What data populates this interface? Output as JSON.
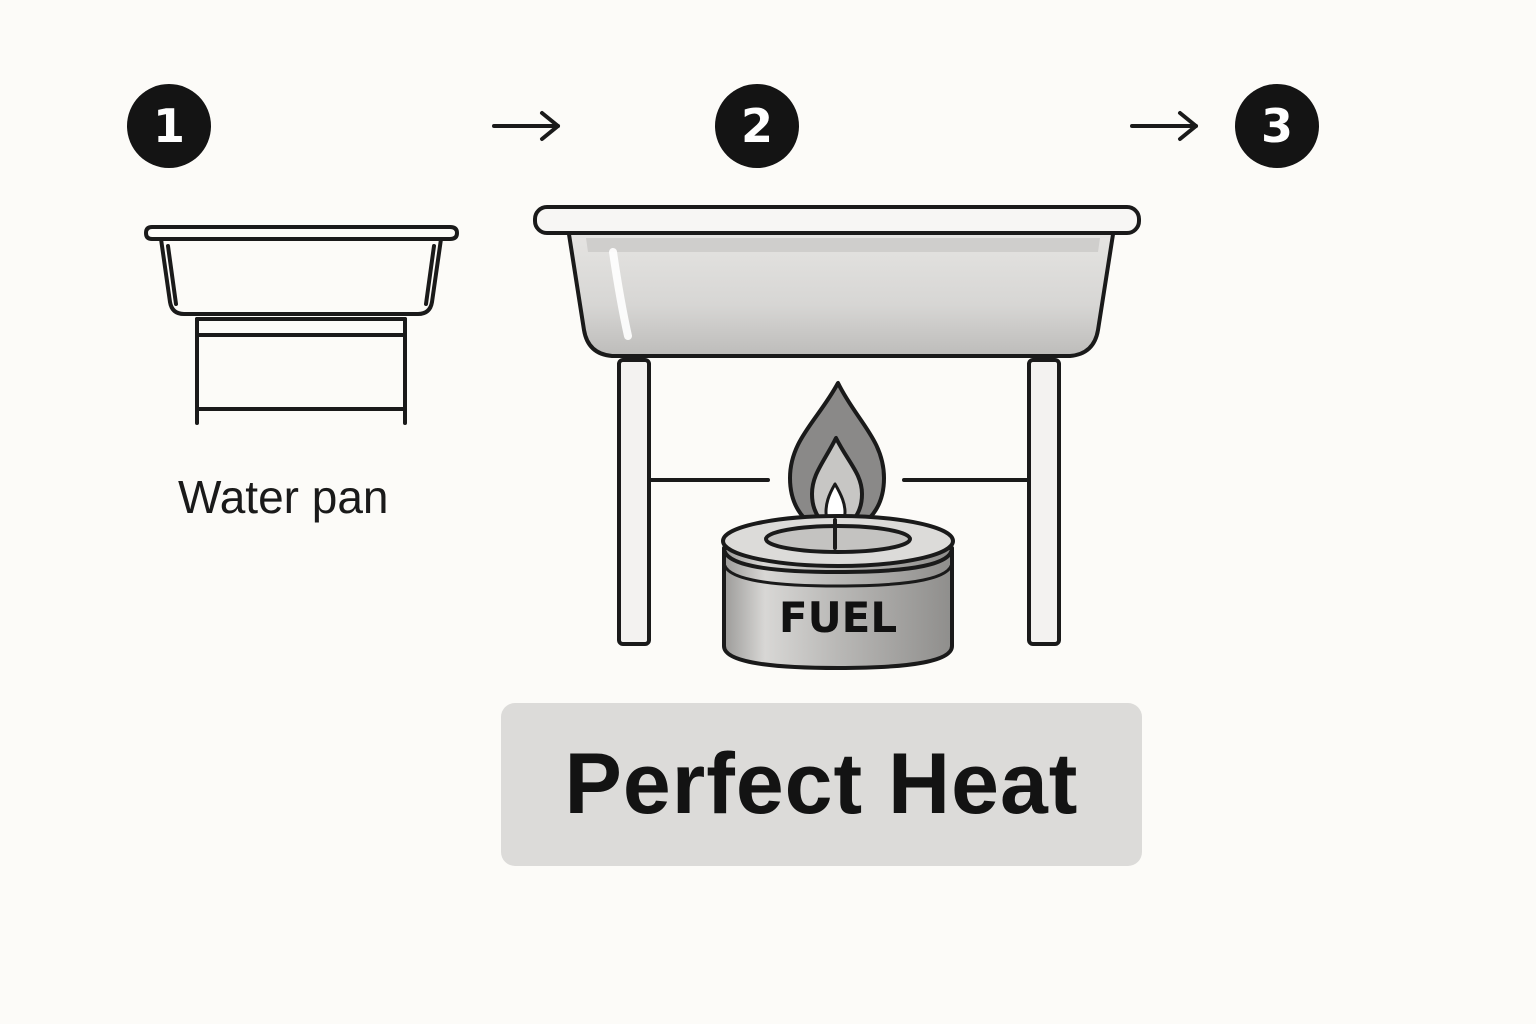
{
  "steps": [
    {
      "number": "1"
    },
    {
      "number": "2"
    },
    {
      "number": "3"
    }
  ],
  "water_pan": {
    "caption": "Water pan"
  },
  "fuel_can": {
    "label": "FUEL"
  },
  "result": {
    "label": "Perfect Heat"
  },
  "colors": {
    "background": "#fcfbf8",
    "badge": "#141414",
    "line": "#1a1a1a",
    "result_box": "#dcdbd9"
  },
  "icons": [
    "water-pan-icon",
    "chafing-stand-icon",
    "flame-icon",
    "fuel-can-icon",
    "arrow-right-icon"
  ]
}
